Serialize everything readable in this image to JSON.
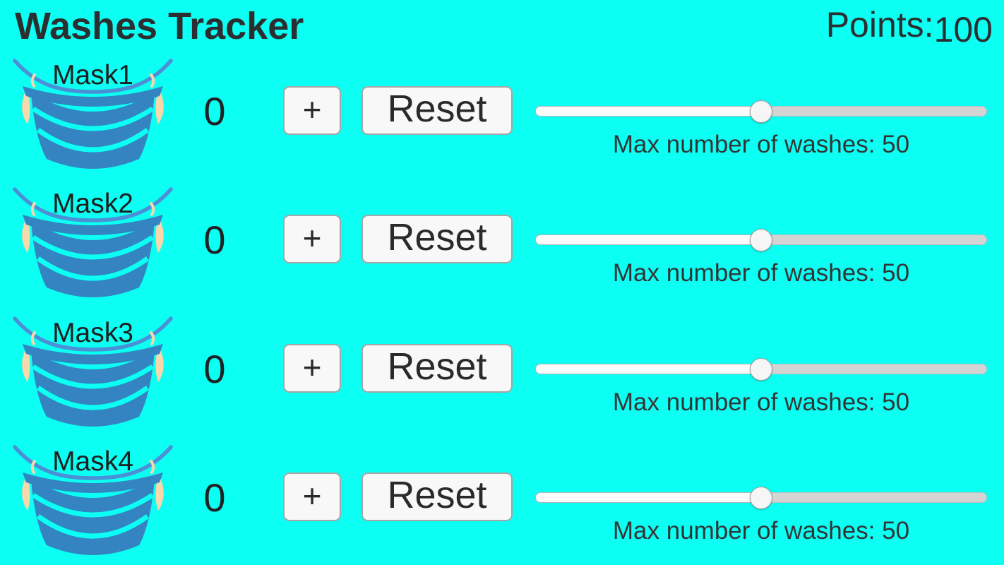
{
  "header": {
    "title": "Washes Tracker",
    "points_label": "Points:",
    "points_value": "100"
  },
  "colors": {
    "background": "#0BFFF2",
    "text_primary": "#2A2D2F",
    "button_bg": "#F8F8F8",
    "button_border": "#A6A6A6",
    "slider_track": "#D4D4D4",
    "slider_fill": "#FAFAFA",
    "slider_thumb": "#F6F6F6",
    "mask_body": "#3484C2",
    "mask_strap": "#4B90D6",
    "mask_ear": "#F6D8AC"
  },
  "rows": [
    {
      "mask_label": "Mask1",
      "count": "0",
      "plus_label": "+",
      "reset_label": "Reset",
      "slider_percent": 50,
      "max_label": "Max number of washes: 50"
    },
    {
      "mask_label": "Mask2",
      "count": "0",
      "plus_label": "+",
      "reset_label": "Reset",
      "slider_percent": 50,
      "max_label": "Max number of washes: 50"
    },
    {
      "mask_label": "Mask3",
      "count": "0",
      "plus_label": "+",
      "reset_label": "Reset",
      "slider_percent": 50,
      "max_label": "Max number of washes: 50"
    },
    {
      "mask_label": "Mask4",
      "count": "0",
      "plus_label": "+",
      "reset_label": "Reset",
      "slider_percent": 50,
      "max_label": "Max number of washes: 50"
    }
  ]
}
